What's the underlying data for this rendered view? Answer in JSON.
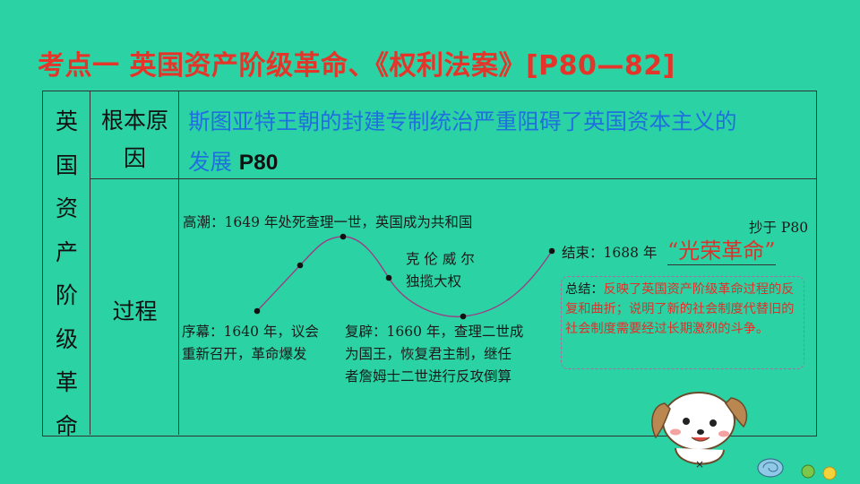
{
  "title": "考点一 英国资产阶级革命、《权利法案》[P80—82]",
  "table": {
    "side_label_chars": [
      "英",
      "国",
      "资",
      "产",
      "阶",
      "级",
      "革",
      "命"
    ],
    "row1_label_line1": "根本原",
    "row1_label_line2": "因",
    "row1_cause_line1": "斯图亚特王朝的封建专制统治严重阻碍了英国资本主义的",
    "row1_cause_line2": "发展",
    "row1_page": "P80",
    "row2_label": "过程"
  },
  "process": {
    "climax": "高潮：1649 年处死查理一世，英国成为共和国",
    "copy_note": "抄于 P80",
    "cromwell_line1": "克 伦 威 尔",
    "cromwell_line2": "独揽大权",
    "end_prefix": "结束：1688 年",
    "end_event": "“光荣革命”",
    "prelude_line1": "序幕：1640 年，议会",
    "prelude_line2": "重新召开，革命爆发",
    "restoration_line1": "复辟：1660 年，查理二世成",
    "restoration_line2": "为国王，恢复君主制，继任",
    "restoration_line3": "者詹姆士二世进行反攻倒算",
    "summary_label": "总结：",
    "summary_text": "反映了英国资产阶级革命过程的反复和曲折；说明了新的社会制度代替旧的社会制度需要经过长期激烈的斗争。"
  },
  "colors": {
    "background": "#2bd3a4",
    "title": "#e4352a",
    "cause_text": "#1f6fde",
    "highlight": "#e0302a",
    "curve": "#9b3f86"
  }
}
